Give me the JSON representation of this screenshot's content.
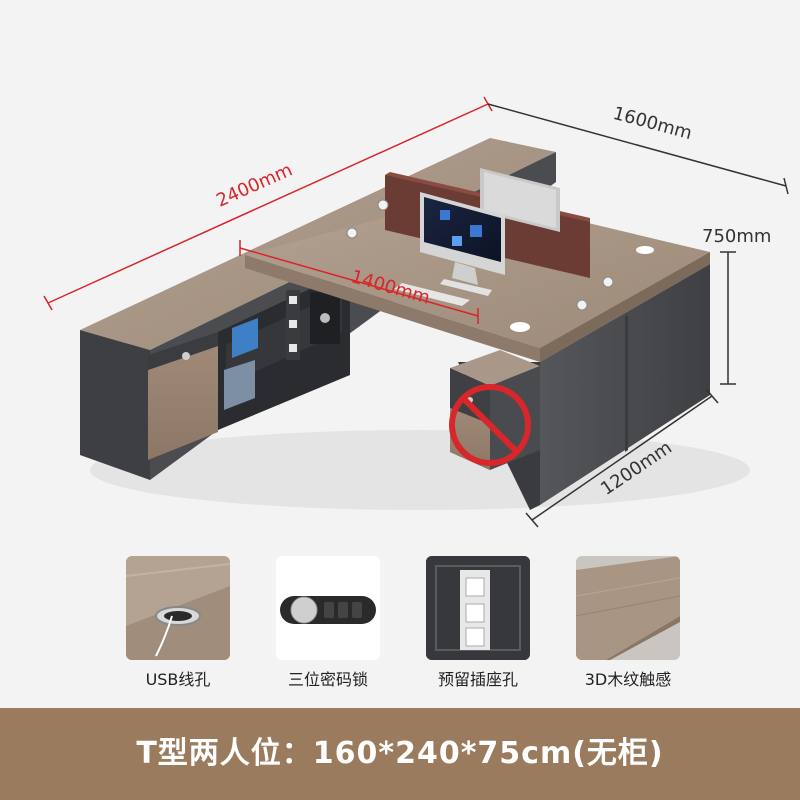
{
  "dimensions": {
    "length_total": "2400mm",
    "depth": "1600mm",
    "height": "750mm",
    "width_side": "1200mm",
    "desk_inner": "1400mm"
  },
  "features": [
    {
      "label": "USB线孔",
      "icon": "usb-grommet-icon"
    },
    {
      "label": "三位密码锁",
      "icon": "combination-lock-icon"
    },
    {
      "label": "预留插座孔",
      "icon": "power-socket-icon"
    },
    {
      "label": "3D木纹触感",
      "icon": "wood-grain-icon"
    }
  ],
  "banner": {
    "title": "T型两人位：160*240*75cm(无柜)"
  },
  "colors": {
    "wood": "#a89584",
    "cabinet": "#4a4b4f",
    "dimension_red": "#d8262a",
    "banner": "#9b7b5e"
  }
}
